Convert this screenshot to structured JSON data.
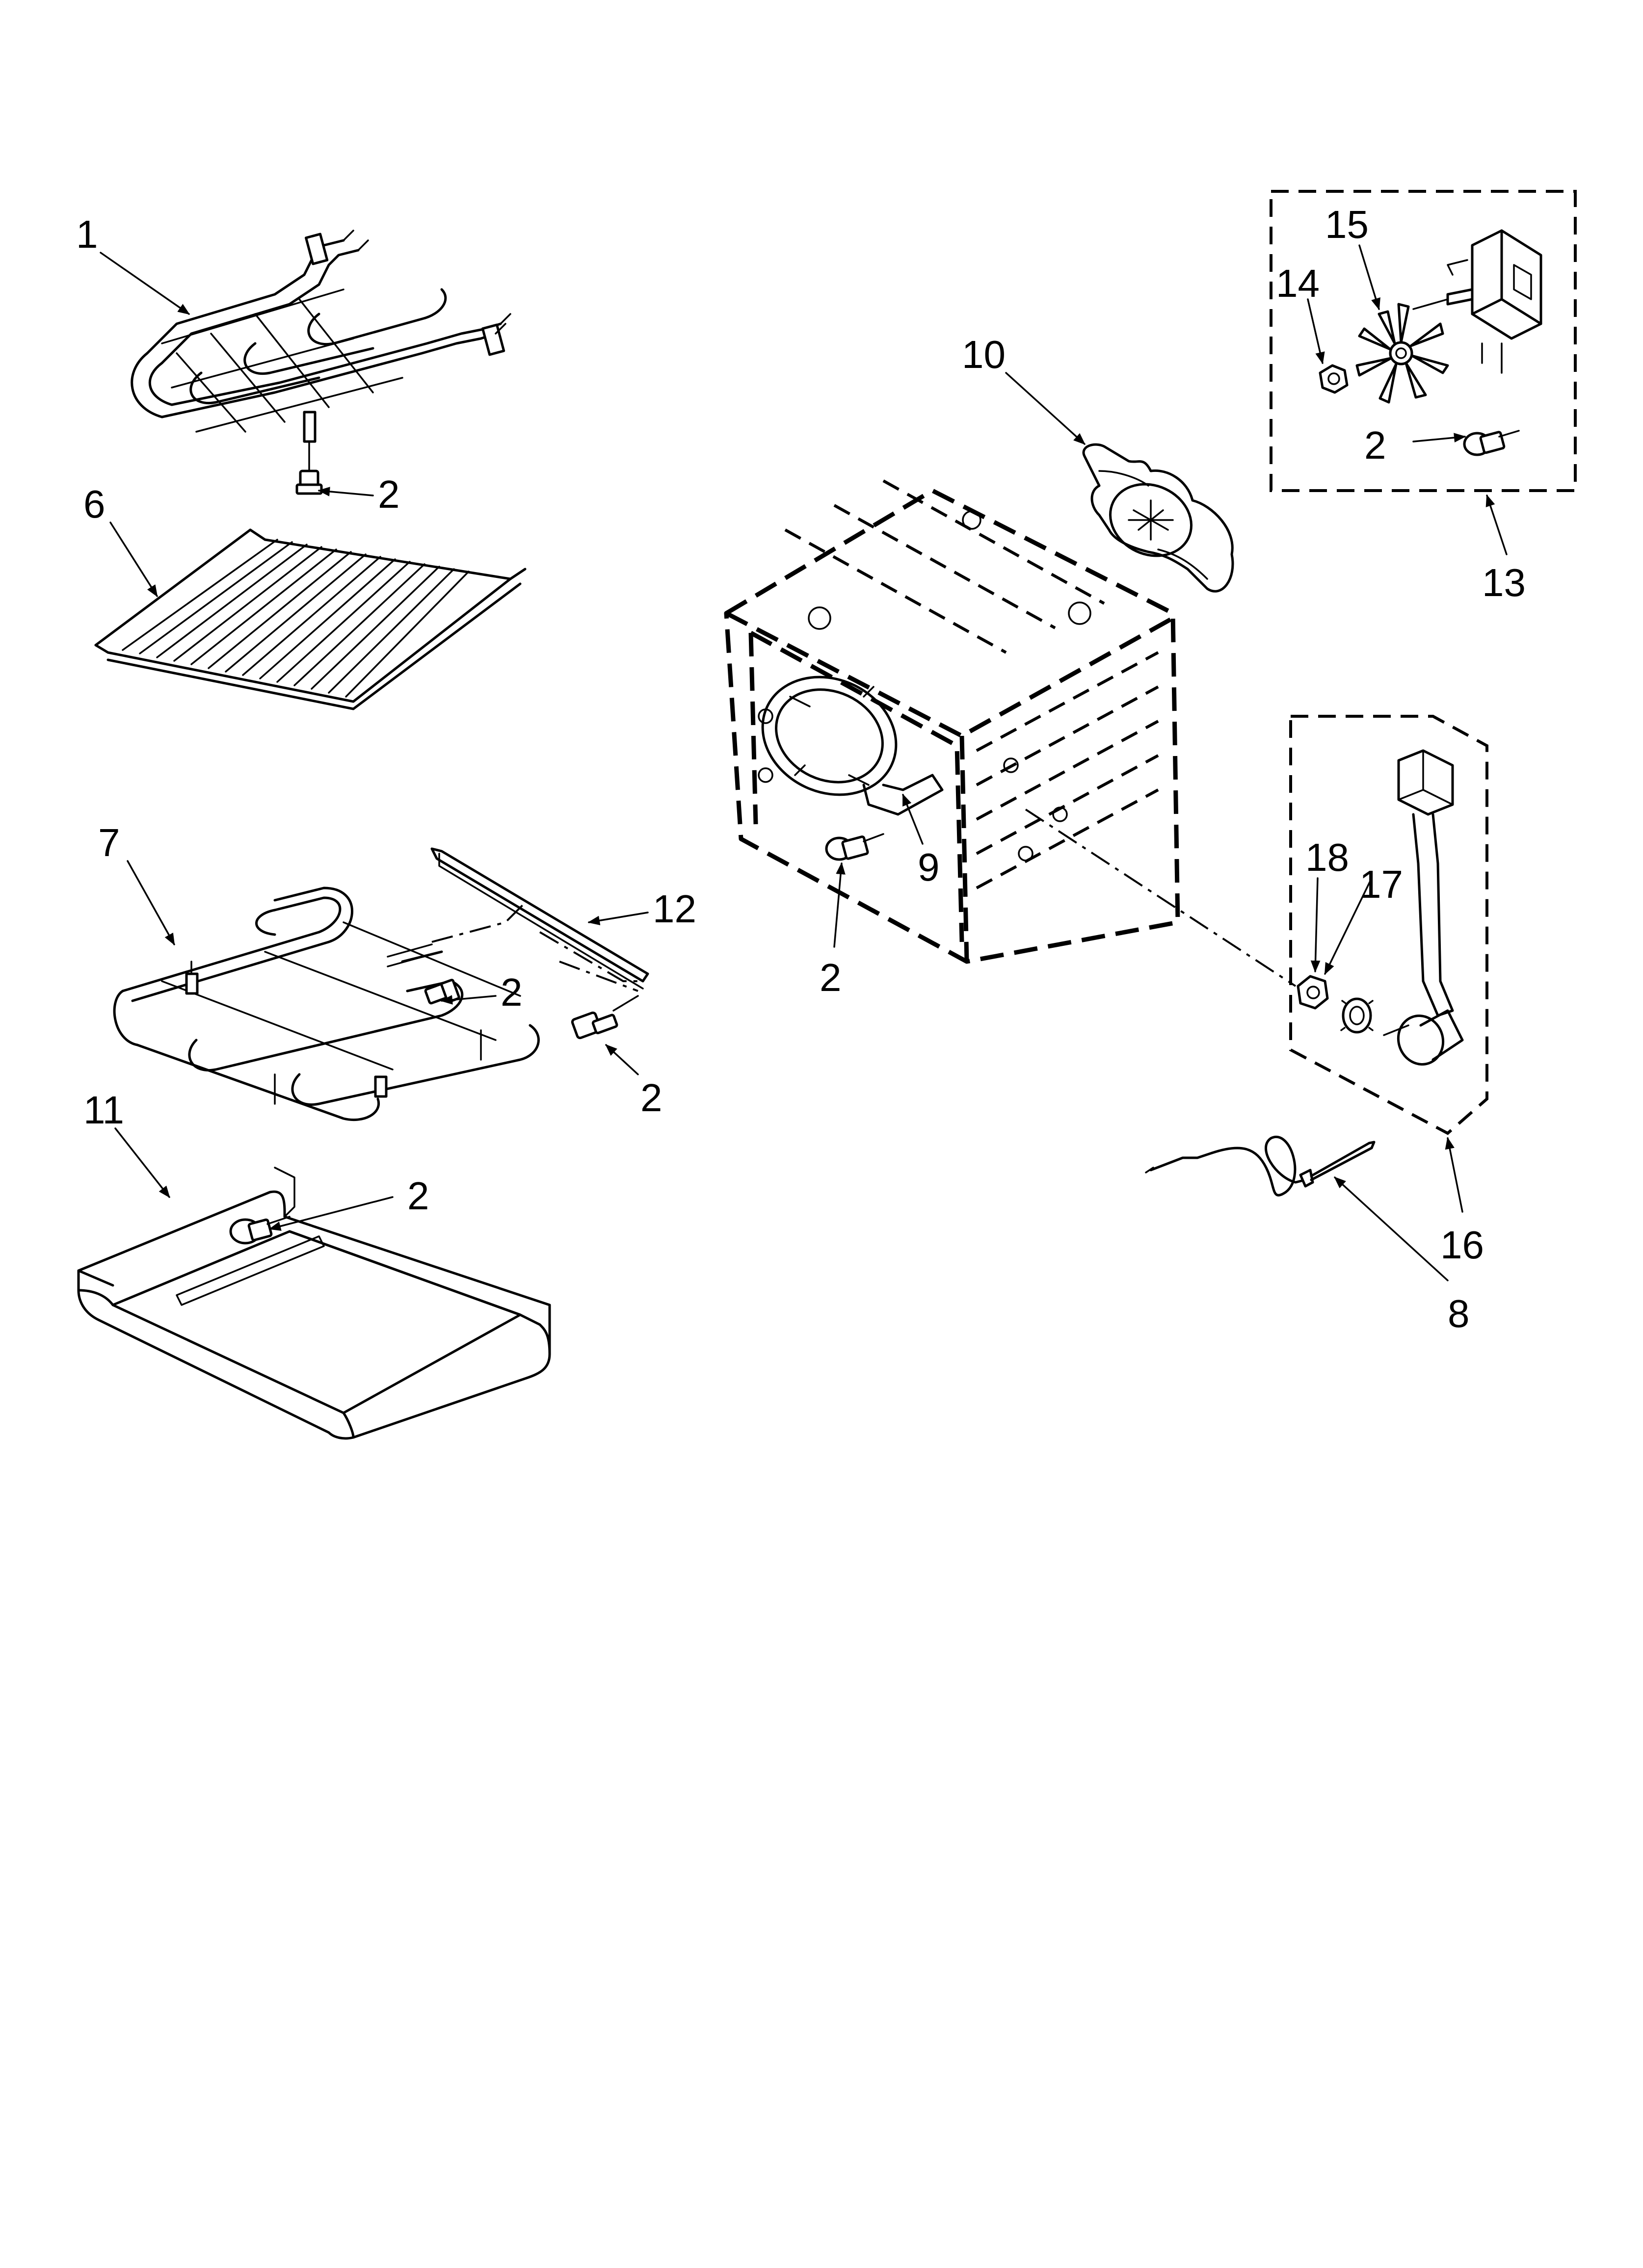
{
  "callouts": [
    {
      "id": "c1",
      "text": "1"
    },
    {
      "id": "c2a",
      "text": "2"
    },
    {
      "id": "c2b",
      "text": "2"
    },
    {
      "id": "c2c",
      "text": "2"
    },
    {
      "id": "c2d",
      "text": "2"
    },
    {
      "id": "c2e",
      "text": "2"
    },
    {
      "id": "c2f",
      "text": "2"
    },
    {
      "id": "c6",
      "text": "6"
    },
    {
      "id": "c7",
      "text": "7"
    },
    {
      "id": "c8",
      "text": "8"
    },
    {
      "id": "c9",
      "text": "9"
    },
    {
      "id": "c10",
      "text": "10"
    },
    {
      "id": "c11",
      "text": "11"
    },
    {
      "id": "c12",
      "text": "12"
    },
    {
      "id": "c13",
      "text": "13"
    },
    {
      "id": "c14",
      "text": "14"
    },
    {
      "id": "c15",
      "text": "15"
    },
    {
      "id": "c16",
      "text": "16"
    },
    {
      "id": "c17",
      "text": "17"
    },
    {
      "id": "c18",
      "text": "18"
    }
  ]
}
